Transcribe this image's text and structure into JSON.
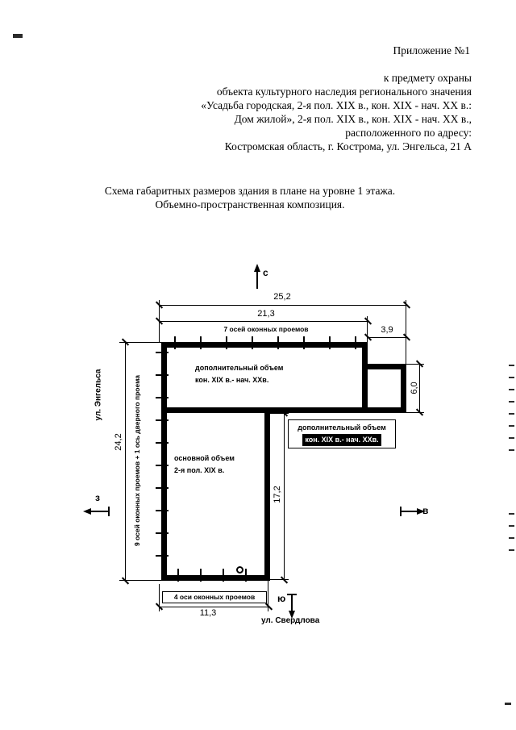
{
  "page": {
    "appendix": "Приложение №1",
    "header_lines": [
      "к предмету охраны",
      "объекта культурного наследия регионального значения",
      "«Усадьба городская, 2-я пол. XIX в., кон. XIX - нач. XX в.:",
      "Дом жилой», 2-я пол. XIX в., кон. XIX - нач. XX в.,",
      "расположенного по адресу:",
      "Костромская область, г. Кострома, ул. Энгельса, 21 А"
    ],
    "subtitle_lines": [
      "Схема габаритных размеров здания в плане на уровне 1 этажа.",
      "Объемно-пространственная композиция."
    ]
  },
  "diagram": {
    "compass": {
      "north": "с",
      "south": "ю",
      "west": "з",
      "east": "в"
    },
    "dimensions": {
      "total_width": "25,2",
      "wing_width": "21,3",
      "annex_width": "3,9",
      "annex_height": "6,0",
      "total_height": "24,2",
      "main_height": "17,2",
      "bottom_width": "11,3"
    },
    "labels": {
      "top_axes": "7 осей оконных проемов",
      "left_axes": "9 осей оконных проемов + 1 ось дверного проема",
      "bottom_axes": "4 оси оконных проемов",
      "additional_volume_top_line1": "дополнительный объем",
      "additional_volume_top_line2": "кон. XIX в.- нач. XXв.",
      "additional_volume_right_line1": "дополнительный объем",
      "additional_volume_right_line2": "кон. XIX в.- нач. XXв.",
      "main_volume_line1": "основной объем",
      "main_volume_line2": "2-я пол. XIX в.",
      "street_left": "ул. Энгельса",
      "street_bottom": "ул. Свердлова"
    }
  }
}
